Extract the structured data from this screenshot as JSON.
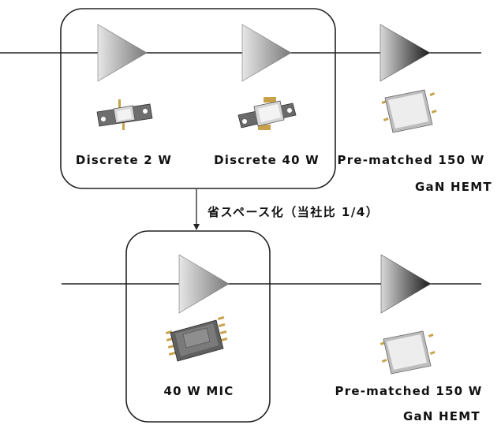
{
  "top_chain": {
    "labels": {
      "discrete_2w": "Discrete 2 W",
      "discrete_40w": "Discrete 40 W",
      "prematched_150w": "Pre-matched 150 W",
      "gan_hemt": "GaN HEMT"
    }
  },
  "transition": {
    "note": "省スペース化（当社比 1/4）"
  },
  "bottom_chain": {
    "labels": {
      "mic_40w": "40 W MIC",
      "prematched_150w": "Pre-matched 150 W",
      "gan_hemt": "GaN HEMT"
    }
  }
}
